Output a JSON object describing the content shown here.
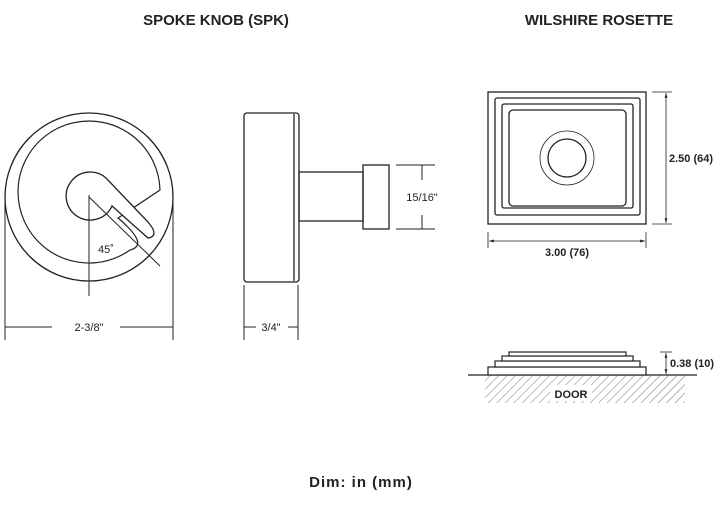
{
  "titles": {
    "knob": "SPOKE KNOB (SPK)",
    "rosette": "WILSHIRE ROSETTE"
  },
  "knob": {
    "angle_label": "45˚",
    "diameter_label": "2-3/8\"",
    "depth_label": "3/4\"",
    "cap_label": "15/16\""
  },
  "rosette": {
    "height_label": "2.50 (64)",
    "width_label": "3.00 (76)",
    "thickness_label": "0.38 (10)",
    "door_label": "DOOR"
  },
  "footer": {
    "units": "Dim: in (mm)"
  }
}
